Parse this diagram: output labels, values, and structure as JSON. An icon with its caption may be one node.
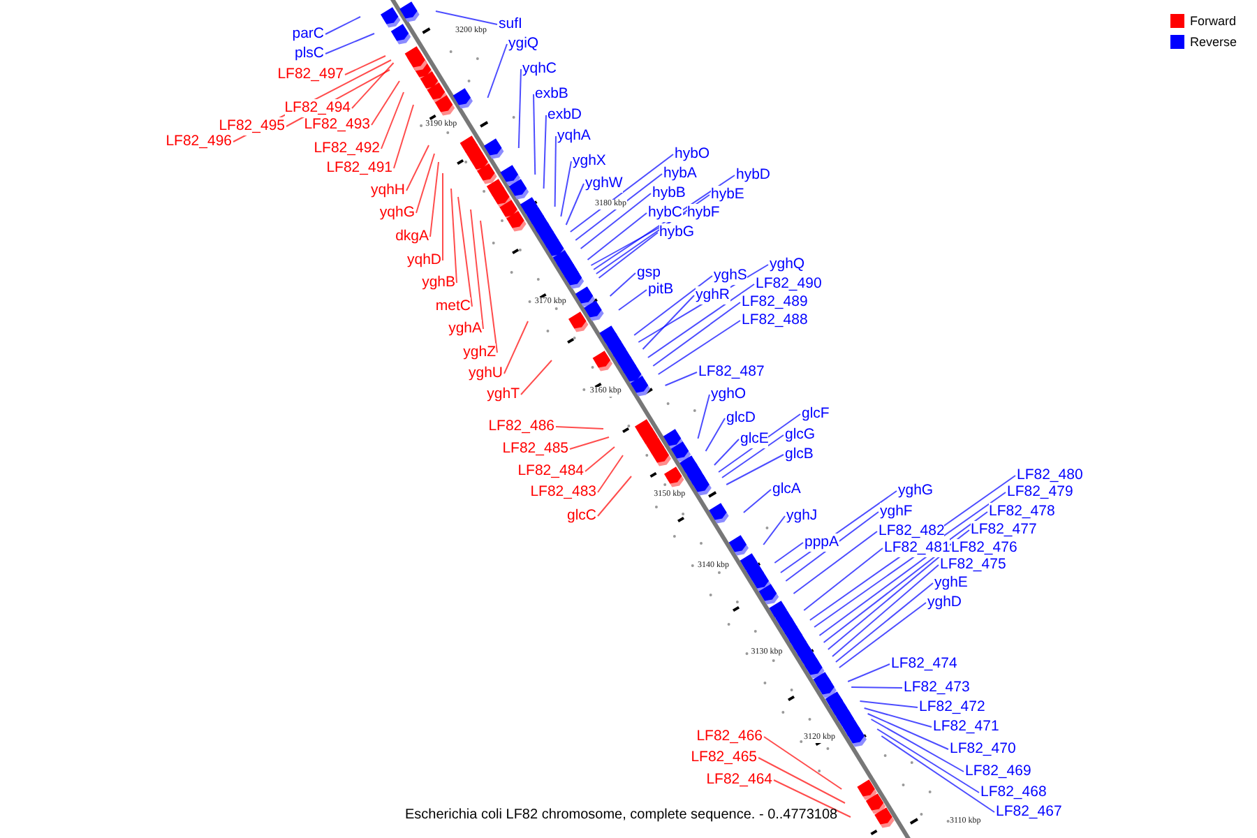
{
  "diagram": {
    "caption": "Escherichia coli LF82 chromosome, complete sequence. - 0..4773108",
    "nodes": [
      {
        "text": [
          "parC"
        ]
      },
      {
        "text": [
          "plsC"
        ]
      },
      {
        "text": [
          "sufI"
        ]
      },
      {
        "text": [
          "ygiQ"
        ]
      },
      {
        "text": [
          "yqhC"
        ]
      },
      {
        "text": [
          "exbB"
        ]
      },
      {
        "text": [
          "exbD"
        ]
      },
      {
        "text": [
          "yqhA"
        ]
      },
      {
        "text": [
          "yghX"
        ]
      },
      {
        "text": [
          "yghW"
        ]
      },
      {
        "text": [
          "hybO"
        ]
      },
      {
        "text": [
          "hybA"
        ]
      },
      {
        "text": [
          "hybB"
        ]
      },
      {
        "text": [
          "hybC"
        ]
      },
      {
        "text": [
          "hybF"
        ]
      },
      {
        "text": [
          "hybD"
        ]
      },
      {
        "text": [
          "hybE"
        ]
      },
      {
        "text": [
          "hybG"
        ]
      },
      {
        "text": [
          "gsp"
        ]
      },
      {
        "text": [
          "pitB"
        ]
      },
      {
        "text": [
          "yghS"
        ]
      },
      {
        "text": [
          "yghQ"
        ]
      },
      {
        "text": [
          "yghR"
        ]
      },
      {
        "text": [
          "LF82_490"
        ]
      },
      {
        "text": [
          "LF82_489"
        ]
      },
      {
        "text": [
          "LF82_488"
        ]
      },
      {
        "text": [
          "LF82_487"
        ]
      },
      {
        "text": [
          "yghO"
        ]
      },
      {
        "text": [
          "glcD"
        ]
      },
      {
        "text": [
          "glcE"
        ]
      },
      {
        "text": [
          "glcF"
        ]
      },
      {
        "text": [
          "glcG"
        ]
      },
      {
        "text": [
          "glcB"
        ]
      },
      {
        "text": [
          "glcA"
        ]
      },
      {
        "text": [
          "yghJ"
        ]
      },
      {
        "text": [
          "pppA"
        ]
      },
      {
        "text": [
          "yghG"
        ]
      },
      {
        "text": [
          "yghF"
        ]
      },
      {
        "text": [
          "LF82_482"
        ]
      },
      {
        "text": [
          "LF82_481"
        ]
      },
      {
        "text": [
          "LF82_480"
        ]
      },
      {
        "text": [
          "LF82_479"
        ]
      },
      {
        "text": [
          "LF82_478"
        ]
      },
      {
        "text": [
          "LF82_477"
        ]
      },
      {
        "text": [
          "LF82_476"
        ]
      },
      {
        "text": [
          "LF82_475"
        ]
      },
      {
        "text": [
          "yghE"
        ]
      },
      {
        "text": [
          "yghD"
        ]
      },
      {
        "text": [
          "LF82_474"
        ]
      },
      {
        "text": [
          "LF82_473"
        ]
      },
      {
        "text": [
          "LF82_472"
        ]
      },
      {
        "text": [
          "LF82_471"
        ]
      },
      {
        "text": [
          "LF82_470"
        ]
      },
      {
        "text": [
          "LF82_469"
        ]
      },
      {
        "text": [
          "LF82_468"
        ]
      },
      {
        "text": [
          "LF82_467"
        ]
      },
      {
        "text": [
          "LF82_497"
        ]
      },
      {
        "text": [
          "LF82_494"
        ]
      },
      {
        "text": [
          "LF82_495"
        ]
      },
      {
        "text": [
          "LF82_496"
        ]
      },
      {
        "text": [
          "LF82_493"
        ]
      },
      {
        "text": [
          "LF82_492"
        ]
      },
      {
        "text": [
          "LF82_491"
        ]
      },
      {
        "text": [
          "yqhH"
        ]
      },
      {
        "text": [
          "yqhG"
        ]
      },
      {
        "text": [
          "dkgA"
        ]
      },
      {
        "text": [
          "yqhD"
        ]
      },
      {
        "text": [
          "yghB"
        ]
      },
      {
        "text": [
          "metC"
        ]
      },
      {
        "text": [
          "yghA"
        ]
      },
      {
        "text": [
          "yghZ"
        ]
      },
      {
        "text": [
          "yghU"
        ]
      },
      {
        "text": [
          "yghT"
        ]
      },
      {
        "text": [
          "LF82_486"
        ]
      },
      {
        "text": [
          "LF82_485"
        ]
      },
      {
        "text": [
          "LF82_484"
        ]
      },
      {
        "text": [
          "LF82_483"
        ]
      },
      {
        "text": [
          "glcC"
        ]
      },
      {
        "text": [
          "LF82_466"
        ]
      },
      {
        "text": [
          "LF82_465"
        ]
      },
      {
        "text": [
          "LF82_464"
        ]
      }
    ],
    "edges": [
      {
        "from": 0,
        "to": null,
        "arrow": "none"
      },
      {
        "from": 1,
        "to": null,
        "arrow": "none"
      },
      {
        "from": 2,
        "to": null,
        "arrow": "none"
      },
      {
        "from": 3,
        "to": null,
        "arrow": "none"
      },
      {
        "from": 4,
        "to": null,
        "arrow": "none"
      },
      {
        "from": 5,
        "to": null,
        "arrow": "none"
      },
      {
        "from": 6,
        "to": null,
        "arrow": "none"
      },
      {
        "from": 7,
        "to": null,
        "arrow": "none"
      },
      {
        "from": 8,
        "to": null,
        "arrow": "none"
      },
      {
        "from": 9,
        "to": null,
        "arrow": "none"
      },
      {
        "from": 10,
        "to": null,
        "arrow": "none"
      },
      {
        "from": 11,
        "to": null,
        "arrow": "none"
      },
      {
        "from": 12,
        "to": null,
        "arrow": "none"
      },
      {
        "from": 13,
        "to": null,
        "arrow": "none"
      },
      {
        "from": 14,
        "to": null,
        "arrow": "none"
      },
      {
        "from": 15,
        "to": null,
        "arrow": "none"
      },
      {
        "from": 16,
        "to": null,
        "arrow": "none"
      },
      {
        "from": 17,
        "to": null,
        "arrow": "none"
      },
      {
        "from": 18,
        "to": null,
        "arrow": "none"
      },
      {
        "from": 19,
        "to": null,
        "arrow": "none"
      },
      {
        "from": 20,
        "to": null,
        "arrow": "none"
      },
      {
        "from": 21,
        "to": null,
        "arrow": "none"
      },
      {
        "from": 22,
        "to": null,
        "arrow": "none"
      },
      {
        "from": 23,
        "to": null,
        "arrow": "none"
      },
      {
        "from": 24,
        "to": null,
        "arrow": "none"
      },
      {
        "from": 25,
        "to": null,
        "arrow": "none"
      },
      {
        "from": 26,
        "to": null,
        "arrow": "none"
      },
      {
        "from": 27,
        "to": null,
        "arrow": "none"
      },
      {
        "from": 28,
        "to": null,
        "arrow": "none"
      },
      {
        "from": 29,
        "to": null,
        "arrow": "none"
      },
      {
        "from": 30,
        "to": null,
        "arrow": "none"
      },
      {
        "from": 31,
        "to": null,
        "arrow": "none"
      },
      {
        "from": 32,
        "to": null,
        "arrow": "none"
      },
      {
        "from": 33,
        "to": null,
        "arrow": "none"
      },
      {
        "from": 34,
        "to": null,
        "arrow": "none"
      },
      {
        "from": 35,
        "to": null,
        "arrow": "none"
      },
      {
        "from": 36,
        "to": null,
        "arrow": "none"
      },
      {
        "from": 37,
        "to": null,
        "arrow": "none"
      },
      {
        "from": 38,
        "to": null,
        "arrow": "none"
      },
      {
        "from": 39,
        "to": null,
        "arrow": "none"
      },
      {
        "from": 40,
        "to": null,
        "arrow": "none"
      },
      {
        "from": 41,
        "to": null,
        "arrow": "none"
      },
      {
        "from": 42,
        "to": null,
        "arrow": "none"
      },
      {
        "from": 43,
        "to": null,
        "arrow": "none"
      },
      {
        "from": 44,
        "to": null,
        "arrow": "none"
      },
      {
        "from": 45,
        "to": null,
        "arrow": "none"
      },
      {
        "from": 46,
        "to": null,
        "arrow": "none"
      },
      {
        "from": 47,
        "to": null,
        "arrow": "none"
      },
      {
        "from": 48,
        "to": null,
        "arrow": "none"
      },
      {
        "from": 49,
        "to": null,
        "arrow": "none"
      },
      {
        "from": 50,
        "to": null,
        "arrow": "none"
      },
      {
        "from": 51,
        "to": null,
        "arrow": "none"
      },
      {
        "from": 52,
        "to": null,
        "arrow": "none"
      },
      {
        "from": 53,
        "to": null,
        "arrow": "none"
      },
      {
        "from": 54,
        "to": null,
        "arrow": "none"
      },
      {
        "from": 55,
        "to": null,
        "arrow": "none"
      },
      {
        "from": 56,
        "to": null,
        "arrow": "none",
        "color": "#ff0000"
      },
      {
        "from": 57,
        "to": null,
        "arrow": "none",
        "color": "#ff0000"
      },
      {
        "from": 58,
        "to": null,
        "arrow": "none",
        "color": "#ff0000"
      },
      {
        "from": 59,
        "to": null,
        "arrow": "none",
        "color": "#ff0000"
      },
      {
        "from": 60,
        "to": null,
        "arrow": "none",
        "color": "#ff0000"
      },
      {
        "from": 61,
        "to": null,
        "arrow": "none",
        "color": "#ff0000"
      },
      {
        "from": 62,
        "to": null,
        "arrow": "none",
        "color": "#ff0000"
      },
      {
        "from": 63,
        "to": null,
        "arrow": "none",
        "color": "#ff0000"
      },
      {
        "from": 64,
        "to": null,
        "arrow": "none",
        "color": "#ff0000"
      },
      {
        "from": 65,
        "to": null,
        "arrow": "none",
        "color": "#ff0000"
      },
      {
        "from": 66,
        "to": null,
        "arrow": "none",
        "color": "#ff0000"
      },
      {
        "from": 67,
        "to": null,
        "arrow": "none",
        "color": "#ff0000"
      },
      {
        "from": 68,
        "to": null,
        "arrow": "none",
        "color": "#ff0000"
      },
      {
        "from": 69,
        "to": null,
        "arrow": "none",
        "color": "#ff0000"
      },
      {
        "from": 70,
        "to": null,
        "arrow": "none",
        "color": "#ff0000"
      },
      {
        "from": 71,
        "to": null,
        "arrow": "none",
        "color": "#ff0000"
      },
      {
        "from": 72,
        "to": null,
        "arrow": "none",
        "color": "#ff0000"
      },
      {
        "from": 73,
        "to": null,
        "arrow": "none",
        "color": "#ff0000"
      },
      {
        "from": 74,
        "to": null,
        "arrow": "none",
        "color": "#ff0000"
      },
      {
        "from": 75,
        "to": null,
        "arrow": "none",
        "color": "#ff0000"
      },
      {
        "from": 76,
        "to": null,
        "arrow": "none",
        "color": "#ff0000"
      },
      {
        "from": 77,
        "to": null,
        "arrow": "none",
        "color": "#ff0000"
      },
      {
        "from": 78,
        "to": null,
        "arrow": "none",
        "color": "#ff0000"
      },
      {
        "from": 79,
        "to": null,
        "arrow": "none",
        "color": "#ff0000"
      },
      {
        "from": 80,
        "to": null,
        "arrow": "none",
        "color": "#ff0000"
      }
    ],
    "labels": [
      "3200 kbp",
      "3190 kbp",
      "3180 kbp",
      "3170 kbp",
      "3160 kbp",
      "3150 kbp",
      "3140 kbp",
      "3130 kbp",
      "3120 kbp",
      "3110 kbp"
    ],
    "legend": [
      {
        "text": "Forward",
        "color": "#ff0000"
      },
      {
        "text": "Reverse",
        "color": "#0000ff"
      }
    ]
  }
}
